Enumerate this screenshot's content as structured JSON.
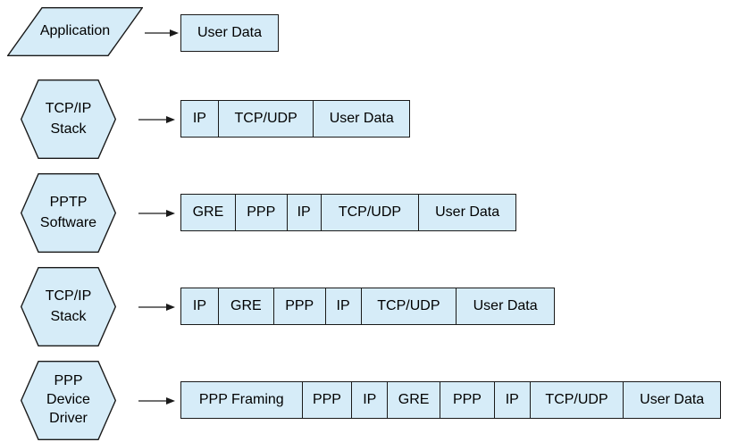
{
  "colors": {
    "background": "#ffffff",
    "shape_fill": "#d6ecf8",
    "shape_border": "#1a1a1a",
    "text": "#000000",
    "arrow": "#000000"
  },
  "rows": [
    {
      "shape": {
        "type": "parallelogram",
        "lines": [
          "Application"
        ]
      },
      "cells": [
        {
          "label": "User Data"
        }
      ]
    },
    {
      "shape": {
        "type": "hexagon",
        "lines": [
          "TCP/IP",
          "Stack"
        ]
      },
      "cells": [
        {
          "label": "IP"
        },
        {
          "label": "TCP/UDP"
        },
        {
          "label": "User Data"
        }
      ]
    },
    {
      "shape": {
        "type": "hexagon",
        "lines": [
          "PPTP",
          "Software"
        ]
      },
      "cells": [
        {
          "label": "GRE"
        },
        {
          "label": "PPP"
        },
        {
          "label": "IP"
        },
        {
          "label": "TCP/UDP"
        },
        {
          "label": "User Data"
        }
      ]
    },
    {
      "shape": {
        "type": "hexagon",
        "lines": [
          "TCP/IP",
          "Stack"
        ]
      },
      "cells": [
        {
          "label": "IP"
        },
        {
          "label": "GRE"
        },
        {
          "label": "PPP"
        },
        {
          "label": "IP"
        },
        {
          "label": "TCP/UDP"
        },
        {
          "label": "User Data"
        }
      ]
    },
    {
      "shape": {
        "type": "hexagon",
        "lines": [
          "PPP",
          "Device",
          "Driver"
        ]
      },
      "cells": [
        {
          "label": "PPP Framing"
        },
        {
          "label": "PPP"
        },
        {
          "label": "IP"
        },
        {
          "label": "GRE"
        },
        {
          "label": "PPP"
        },
        {
          "label": "IP"
        },
        {
          "label": "TCP/UDP"
        },
        {
          "label": "User Data"
        }
      ]
    }
  ]
}
